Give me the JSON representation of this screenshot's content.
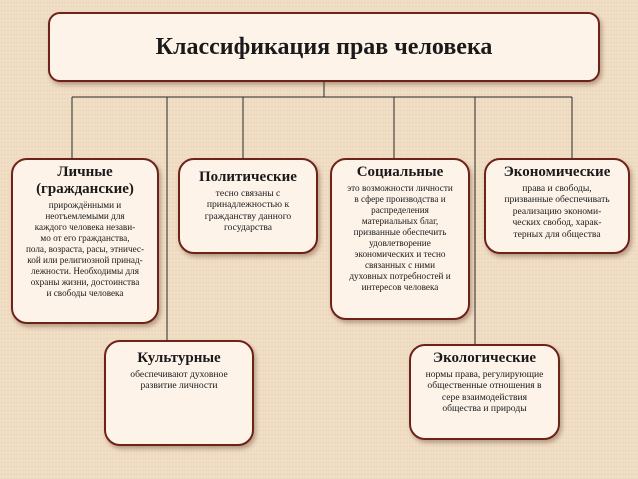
{
  "root": {
    "title": "Классификация прав человека"
  },
  "categories": {
    "personal": {
      "title_line1": "Личные",
      "title_line2": "(гражданские)",
      "lines": [
        "прирождёнными и",
        "неотъемлемыми для",
        "каждого человека незави-",
        "мо от его гражданства,",
        "пола, возраста, расы, этничес-",
        "кой или религиозной принад-",
        "лежности. Необходимы для",
        "охраны жизни, достоинства",
        "и свободы человека"
      ]
    },
    "political": {
      "title": "Политические",
      "lines": [
        "тесно связаны с",
        "принадлежностью к",
        "гражданству данного",
        "государства"
      ]
    },
    "social": {
      "title": "Социальные",
      "lines": [
        "это возможности личности",
        "в сфере производства и",
        "распределения",
        "материальных благ,",
        "призванные обеспечить",
        "удовлетворение",
        "экономических и тесно",
        "связанных с ними",
        "духовных потребностей и",
        "интересов человека"
      ]
    },
    "economic": {
      "title": "Экономические",
      "lines": [
        "права и свободы,",
        "призванные обеспечивать",
        "реализацию экономи-",
        "ческих свобод, харак-",
        "терных для общества"
      ]
    },
    "cultural": {
      "title": "Культурные",
      "lines": [
        "обеспечивают духовное",
        "развитие личности"
      ]
    },
    "ecological": {
      "title": "Экологические",
      "lines": [
        "нормы права, регулирующие",
        "общественные отношения в",
        "сере взаимодействия",
        "общества и природы"
      ]
    }
  }
}
